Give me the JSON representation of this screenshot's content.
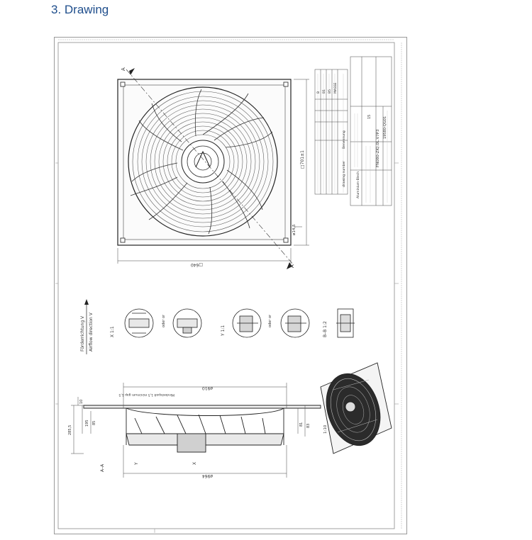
{
  "page": {
    "heading": "3.  Drawing"
  },
  "drawing": {
    "dims": {
      "width_top": "□640",
      "width_side": "□701±1",
      "hole_dia": "ø14,5",
      "dia_910": "ø910",
      "dia_964": "ø964",
      "h_285": "285,5",
      "h_195": "195",
      "h_85": "85",
      "h_81": "81",
      "h_83": "83",
      "h_10": "10",
      "gap": "Mindestspalt 1,5\nminimum gap 1,5"
    },
    "labels": {
      "section_a": "A",
      "section_aa": "A–A",
      "view_x": "X\n1:1",
      "view_y": "Y\n1:1",
      "view_bb": "B–B\n1:2",
      "flow_de": "Förderrichtung V",
      "flow_en": "Airflow direction V",
      "scale_iso": "1:10",
      "mark_x": "X",
      "mark_y": "Y",
      "oder_or": "oder\nor"
    },
    "title_block": {
      "drawing_number": "drawing number",
      "designation": "Benennung",
      "product": "FN080-ZIQ.0L.V7P3",
      "material": "Aluminium-Blech",
      "doc_no": "19580-QG01",
      "col_b": "B",
      "col_b1": "B1",
      "col_b5": "B5",
      "col_mass": "MASSE",
      "scale": "15"
    }
  }
}
